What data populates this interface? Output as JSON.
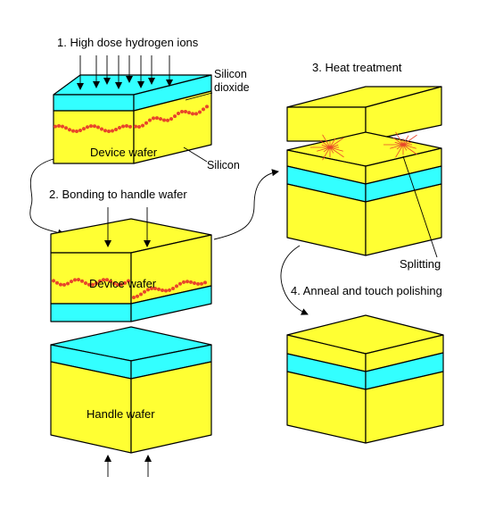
{
  "steps": {
    "step1": "1. High dose hydrogen ions",
    "step2": "2. Bonding to handle wafer",
    "step3": "3. Heat treatment",
    "step4": "4. Anneal and touch polishing"
  },
  "labels": {
    "silicon_dioxide": "Silicon\ndioxide",
    "silicon_dioxide_line1": "Silicon",
    "silicon_dioxide_line2": "dioxide",
    "silicon": "Silicon",
    "device_wafer_1": "Device wafer",
    "device_wafer_2": "Device wafer",
    "handle_wafer": "Handle wafer",
    "splitting": "Splitting"
  },
  "colors": {
    "silicon": "#ffff33",
    "oxide": "#33ffff",
    "hydrogen": "#e8452a",
    "splitting": "#e8452a",
    "outline": "#000000"
  },
  "icons": {
    "ion_arrow": "down-arrow-icon",
    "flow_arrow": "curved-arrow-icon"
  }
}
